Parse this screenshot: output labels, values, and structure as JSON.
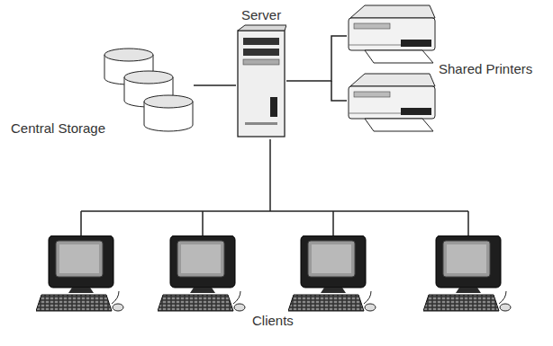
{
  "diagram": {
    "nodes": [
      {
        "text": [
          "Server"
        ]
      },
      {
        "text": [
          "Central Storage"
        ]
      },
      {
        "text": [
          "Shared Printers"
        ]
      },
      {
        "text": [
          "Clients"
        ]
      }
    ],
    "edges": [
      {
        "from": 0,
        "to": 1,
        "arrow": "none"
      },
      {
        "from": 0,
        "to": 2,
        "arrow": "none"
      },
      {
        "from": 0,
        "to": 3,
        "arrow": "none"
      }
    ]
  }
}
